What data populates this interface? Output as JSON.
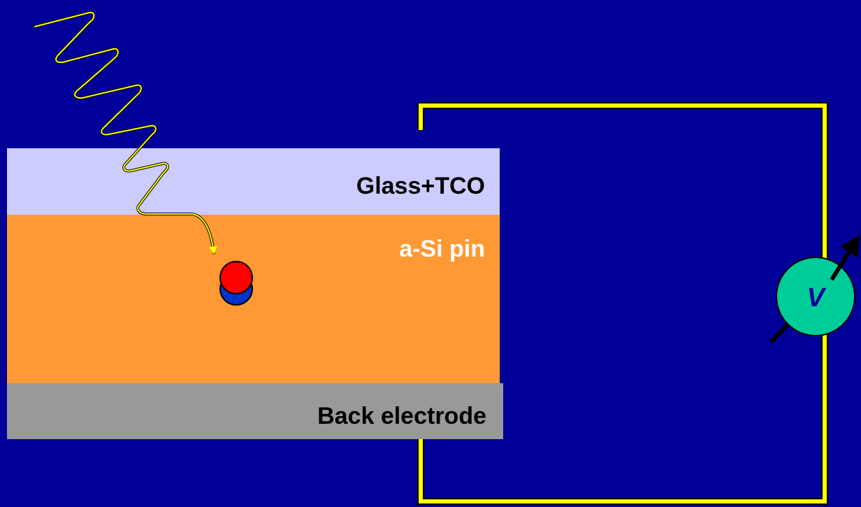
{
  "layers": {
    "glass_tco": {
      "label": "Glass+TCO",
      "color": "#ccccff"
    },
    "asi_pin": {
      "label": "a-Si pin",
      "color": "#ff9933"
    },
    "back_electrode": {
      "label": "Back electrode",
      "color": "#999999"
    }
  },
  "voltmeter": {
    "label": "V",
    "color": "#00cc99"
  },
  "colors": {
    "background": "#000099",
    "circuit_wire": "#ffff00",
    "photon": "#ffff00",
    "electron": "#ff0000",
    "hole": "#0033cc"
  },
  "icons": {
    "photon": "photon-wave-icon",
    "voltmeter_arrow": "arrow-icon"
  }
}
